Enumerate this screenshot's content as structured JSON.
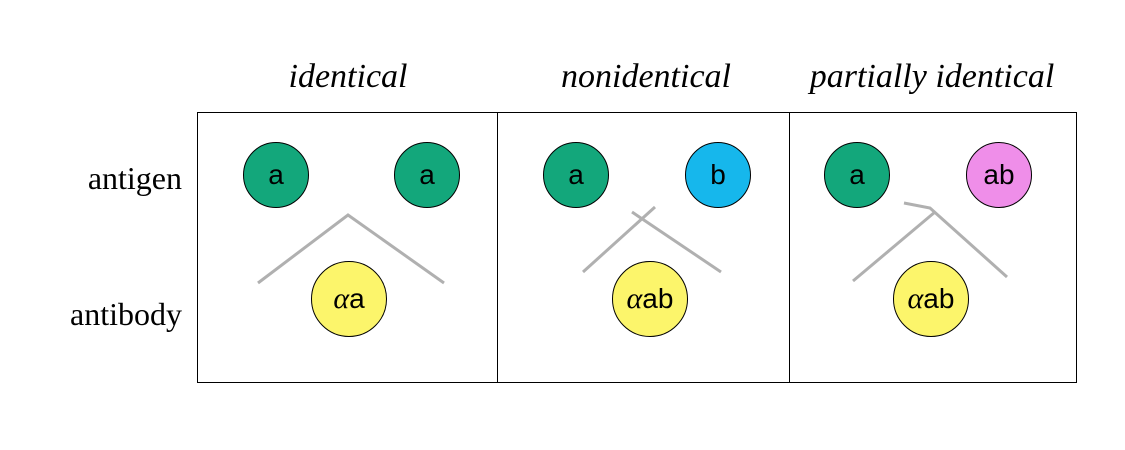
{
  "headers": {
    "identical": "identical",
    "nonidentical": "nonidentical",
    "partial": "partially identical"
  },
  "row_labels": {
    "antigen": "antigen",
    "antibody": "antibody"
  },
  "panels": {
    "identical": {
      "antigen_left": "a",
      "antigen_right": "a",
      "antibody_alpha": "α",
      "antibody_text": "a"
    },
    "nonidentical": {
      "antigen_left": "a",
      "antigen_right": "b",
      "antibody_alpha": "α",
      "antibody_text": "ab"
    },
    "partial": {
      "antigen_left": "a",
      "antigen_right": "ab",
      "antibody_alpha": "α",
      "antibody_text": "ab"
    }
  },
  "colors": {
    "antigen_a": "#13a77b",
    "antigen_b": "#16b7ec",
    "antigen_ab": "#ef8ee9",
    "antibody": "#fcf56b",
    "precipitin_line": "#b0b0b0"
  }
}
